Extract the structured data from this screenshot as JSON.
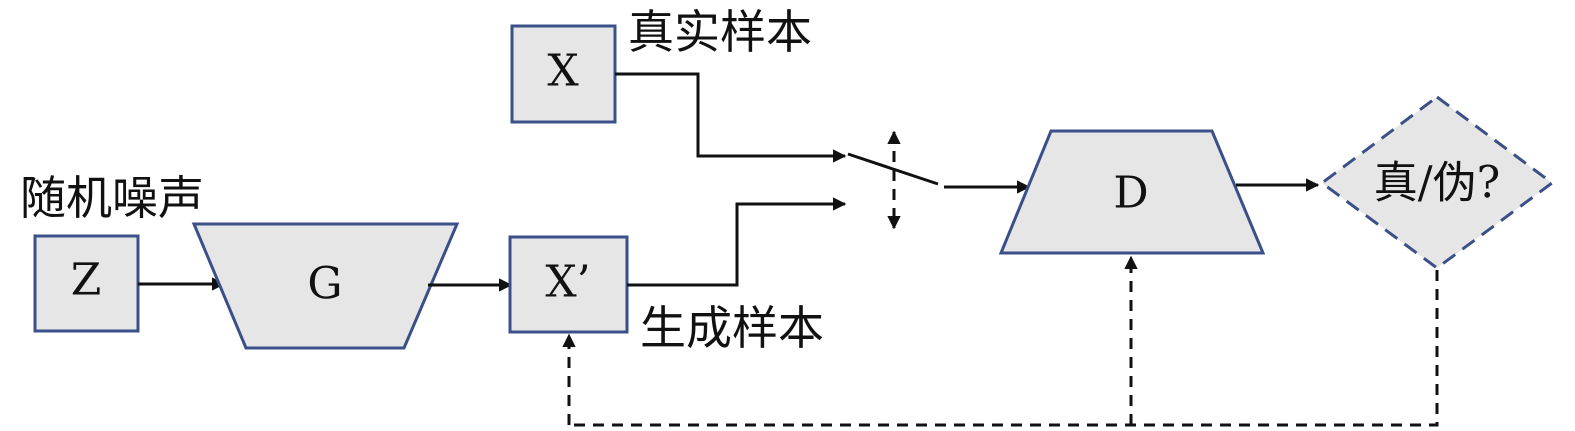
{
  "labels": {
    "noise": "随机噪声",
    "real": "真实样本",
    "generated": "生成样本"
  },
  "nodes": {
    "z": "Z",
    "g": "G",
    "x_fake": "X’",
    "x_real": "X",
    "d": "D",
    "decision": "真/伪?"
  },
  "colors": {
    "box_fill": "#e6e6e6",
    "box_stroke": "#3b5088",
    "line": "#111111"
  }
}
